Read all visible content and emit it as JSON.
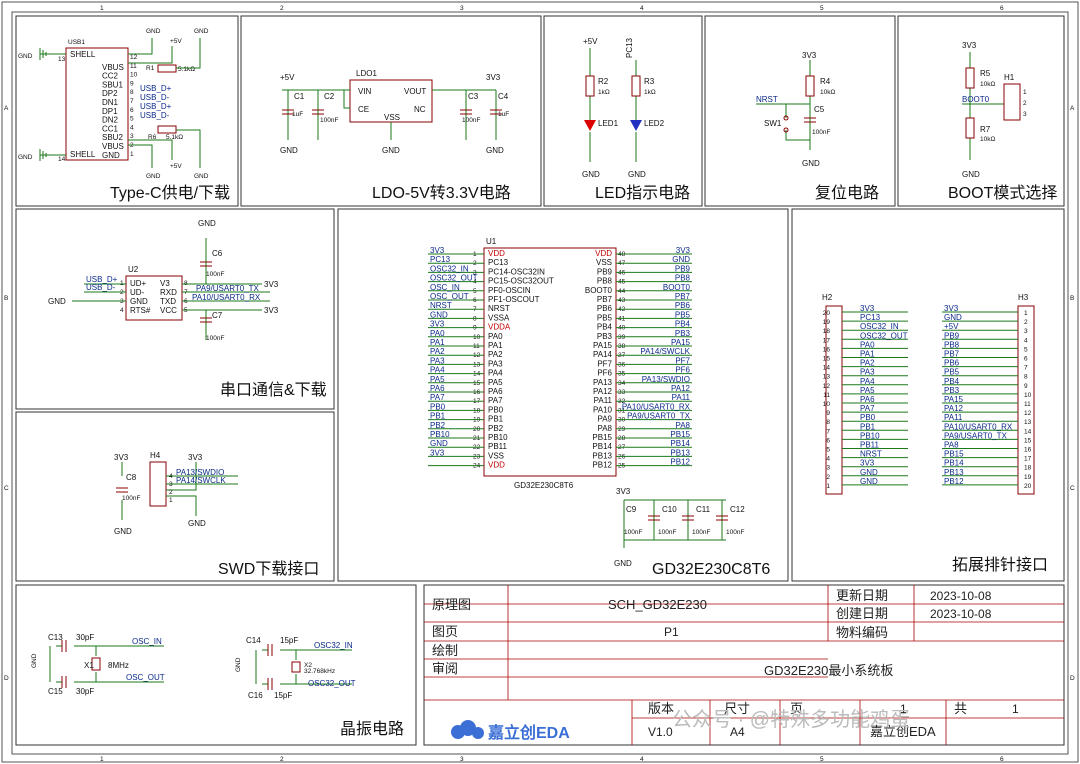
{
  "border": {
    "cols": [
      "1",
      "2",
      "3",
      "4",
      "5",
      "6"
    ],
    "rows": [
      "A",
      "B",
      "C",
      "D"
    ]
  },
  "sections": {
    "typec": "Type-C供电/下载",
    "ldo": "LDO-5V转3.3V电路",
    "led": "LED指示电路",
    "reset": "复位电路",
    "boot": "BOOT模式选择",
    "uart": "串口通信&下载",
    "mcu": "GD32E230C8T6",
    "header": "拓展排针接口",
    "swd": "SWD下载接口",
    "xtal": "晶振电路"
  },
  "typec": {
    "ref": "USB1",
    "left_pins": [
      "SHELL",
      "VBUS",
      "CC2",
      "SBU1",
      "DP2",
      "DN1",
      "DP1",
      "DN2",
      "CC1",
      "SBU2",
      "VBUS",
      "SHELL",
      "GND"
    ],
    "right_pins": [
      "GND",
      "VBUS",
      "CC2",
      "SBU1",
      "DP2",
      "DN1",
      "DP1",
      "DN2",
      "CC1",
      "SBU2",
      "VBUS",
      "GND"
    ],
    "pin_nums": [
      "12",
      "11",
      "10",
      "9",
      "8",
      "7",
      "6",
      "5",
      "4",
      "3",
      "2",
      "1"
    ],
    "r1": "R1",
    "r1v": "5.1kΩ",
    "r6": "R6",
    "r6v": "5.1kΩ",
    "nets": [
      "USB_D+",
      "USB_D-",
      "USB_D+",
      "USB_D-"
    ],
    "gnd": "GND",
    "p5v": "+5V",
    "p13": "13",
    "p14": "14"
  },
  "ldo": {
    "ref": "LDO1",
    "vin": "VIN",
    "vout": "VOUT",
    "ce": "CE",
    "nc": "NC",
    "vss": "VSS",
    "c1": "C1",
    "c1v": "1uF",
    "c2": "C2",
    "c2v": "100nF",
    "c3": "C3",
    "c3v": "100nF",
    "c4": "C4",
    "c4v": "1uF",
    "in": "+5V",
    "out": "3V3",
    "gnd": "GND"
  },
  "led": {
    "r2": "R2",
    "r2v": "1kΩ",
    "r3": "R3",
    "r3v": "1kΩ",
    "led1": "LED1",
    "led2": "LED2",
    "p5v": "+5V",
    "pc13": "PC13",
    "gnd": "GND"
  },
  "reset": {
    "r4": "R4",
    "r4v": "10kΩ",
    "c5": "C5",
    "c5v": "100nF",
    "sw": "SW1",
    "nrst": "NRST",
    "v": "3V3",
    "gnd": "GND"
  },
  "boot": {
    "r5": "R5",
    "r5v": "10kΩ",
    "r7": "R7",
    "r7v": "10kΩ",
    "h1": "H1",
    "boot0": "BOOT0",
    "v": "3V3",
    "gnd": "GND",
    "pins": [
      "1",
      "2",
      "3"
    ]
  },
  "uart": {
    "ref": "U2",
    "c6": "C6",
    "c6v": "100nF",
    "c7": "C7",
    "c7v": "100nF",
    "pins_l": [
      "UD+",
      "UD-",
      "GND",
      "RTS#"
    ],
    "pins_r": [
      "V3",
      "RXD",
      "TXD",
      "VCC"
    ],
    "nums_l": [
      "1",
      "2",
      "3",
      "4"
    ],
    "nums_r": [
      "8",
      "7",
      "6",
      "5"
    ],
    "nets": [
      "USB_D+",
      "USB_D-",
      "PA9/USART0_TX",
      "PA10/USART0_RX"
    ],
    "v": "3V3",
    "gnd": "GND"
  },
  "mcu": {
    "ref": "U1",
    "part": "GD32E230C8T6",
    "left_nets": [
      "3V3",
      "PC13",
      "OSC32_IN",
      "OSC32_OUT",
      "OSC_IN",
      "OSC_OUT",
      "NRST",
      "GND",
      "3V3",
      "PA0",
      "PA1",
      "PA2",
      "PA3",
      "PA4",
      "PA5",
      "PA6",
      "PA7",
      "PB0",
      "PB1",
      "PB2",
      "PB10",
      "GND",
      "3V3"
    ],
    "left_pins": [
      "VDD",
      "PC13",
      "PC14-OSC32IN",
      "PC15-OSC32OUT",
      "PF0-OSCIN",
      "PF1-OSCOUT",
      "NRST",
      "VSSA",
      "VDDA",
      "PA0",
      "PA1",
      "PA2",
      "PA3",
      "PA4",
      "PA5",
      "PA6",
      "PA7",
      "PB0",
      "PB1",
      "PB2",
      "PB10",
      "PB11",
      "VSS",
      "VDD"
    ],
    "left_nums": [
      "1",
      "2",
      "3",
      "4",
      "5",
      "6",
      "7",
      "8",
      "9",
      "10",
      "11",
      "12",
      "13",
      "14",
      "15",
      "16",
      "17",
      "18",
      "19",
      "20",
      "21",
      "22",
      "23",
      "24"
    ],
    "right_pins": [
      "VDD",
      "VSS",
      "PB9",
      "PB8",
      "BOOT0",
      "PB7",
      "PB6",
      "PB5",
      "PB4",
      "PB3",
      "PA15",
      "PA14",
      "PF7",
      "PF6",
      "PA13",
      "PA12",
      "PA11",
      "PA10",
      "PA9",
      "PA8",
      "PB15",
      "PB14",
      "PB13",
      "PB12"
    ],
    "right_nums": [
      "48",
      "47",
      "46",
      "45",
      "44",
      "43",
      "42",
      "41",
      "40",
      "39",
      "38",
      "37",
      "36",
      "35",
      "34",
      "33",
      "32",
      "31",
      "30",
      "29",
      "28",
      "27",
      "26",
      "25"
    ],
    "right_nets": [
      "3V3",
      "GND",
      "PB9",
      "PB8",
      "BOOT0",
      "PB7",
      "PB6",
      "PB5",
      "PB4",
      "PB3",
      "PA15",
      "PA14/SWCLK",
      "PF7",
      "PF6",
      "PA13/SWDIO",
      "PA12",
      "PA11",
      "PA10/USART0_RX",
      "PA9/USART0_TX",
      "PA8",
      "PB15",
      "PB14",
      "PB13",
      "PB12"
    ],
    "caps": [
      "C9",
      "C10",
      "C11",
      "C12"
    ],
    "capv": "100nF",
    "v": "3V3",
    "gnd": "GND"
  },
  "header": {
    "h2": "H2",
    "h3": "H3",
    "h2_nets": [
      "3V3",
      "PC13",
      "OSC32_IN",
      "OSC32_OUT",
      "PA0",
      "PA1",
      "PA2",
      "PA3",
      "PA4",
      "PA5",
      "PA6",
      "PA7",
      "PB0",
      "PB1",
      "PB10",
      "PB11",
      "NRST",
      "3V3",
      "GND",
      "GND"
    ],
    "h2_nums": [
      "20",
      "19",
      "18",
      "17",
      "16",
      "15",
      "14",
      "13",
      "12",
      "11",
      "10",
      "9",
      "8",
      "7",
      "6",
      "5",
      "4",
      "3",
      "2",
      "1"
    ],
    "h3_nets": [
      "3V3",
      "GND",
      "+5V",
      "PB9",
      "PB8",
      "PB7",
      "PB6",
      "PB5",
      "PB4",
      "PB3",
      "PA15",
      "PA12",
      "PA11",
      "PA10/USART0_RX",
      "PA9/USART0_TX",
      "PA8",
      "PB15",
      "PB14",
      "PB13",
      "PB12"
    ],
    "h3_nums": [
      "1",
      "2",
      "3",
      "4",
      "5",
      "6",
      "7",
      "8",
      "9",
      "10",
      "11",
      "12",
      "13",
      "14",
      "15",
      "16",
      "17",
      "18",
      "19",
      "20"
    ]
  },
  "swd": {
    "ref": "H4",
    "c8": "C8",
    "c8v": "100nF",
    "v": "3V3",
    "gnd": "GND",
    "nets": [
      "PA13/SWDIO",
      "PA14/SWCLK"
    ],
    "nums": [
      "4",
      "3",
      "2",
      "1"
    ]
  },
  "xtal": {
    "c13": "C13",
    "c13v": "30pF",
    "c15": "C15",
    "c15v": "30pF",
    "x1": "X1",
    "x1v": "8MHz",
    "c14": "C14",
    "c14v": "15pF",
    "c16": "C16",
    "c16v": "15pF",
    "x2": "X2",
    "x2v": "32.768kHz",
    "n1": "OSC_IN",
    "n2": "OSC_OUT",
    "n3": "OSC32_IN",
    "n4": "OSC32_OUT",
    "gnd": "GND"
  },
  "titleblock": {
    "lbl_schem": "原理图",
    "schem": "SCH_GD32E230",
    "lbl_page": "图页",
    "page": "P1",
    "lbl_draw": "绘制",
    "lbl_review": "审阅",
    "lbl_update": "更新日期",
    "update": "2023-10-08",
    "lbl_create": "创建日期",
    "create": "2023-10-08",
    "lbl_material": "物料编码",
    "board": "GD32E230最小系统板",
    "lbl_version": "版本",
    "version": "V1.0",
    "lbl_size": "尺寸",
    "size": "A4",
    "lbl_pg": "页",
    "pg": "1",
    "lbl_tot": "共",
    "tot": "1",
    "company": "嘉立创EDA",
    "logo": "嘉立创EDA",
    "watermark": "公众号 · @特殊多功能鸡蛋"
  }
}
